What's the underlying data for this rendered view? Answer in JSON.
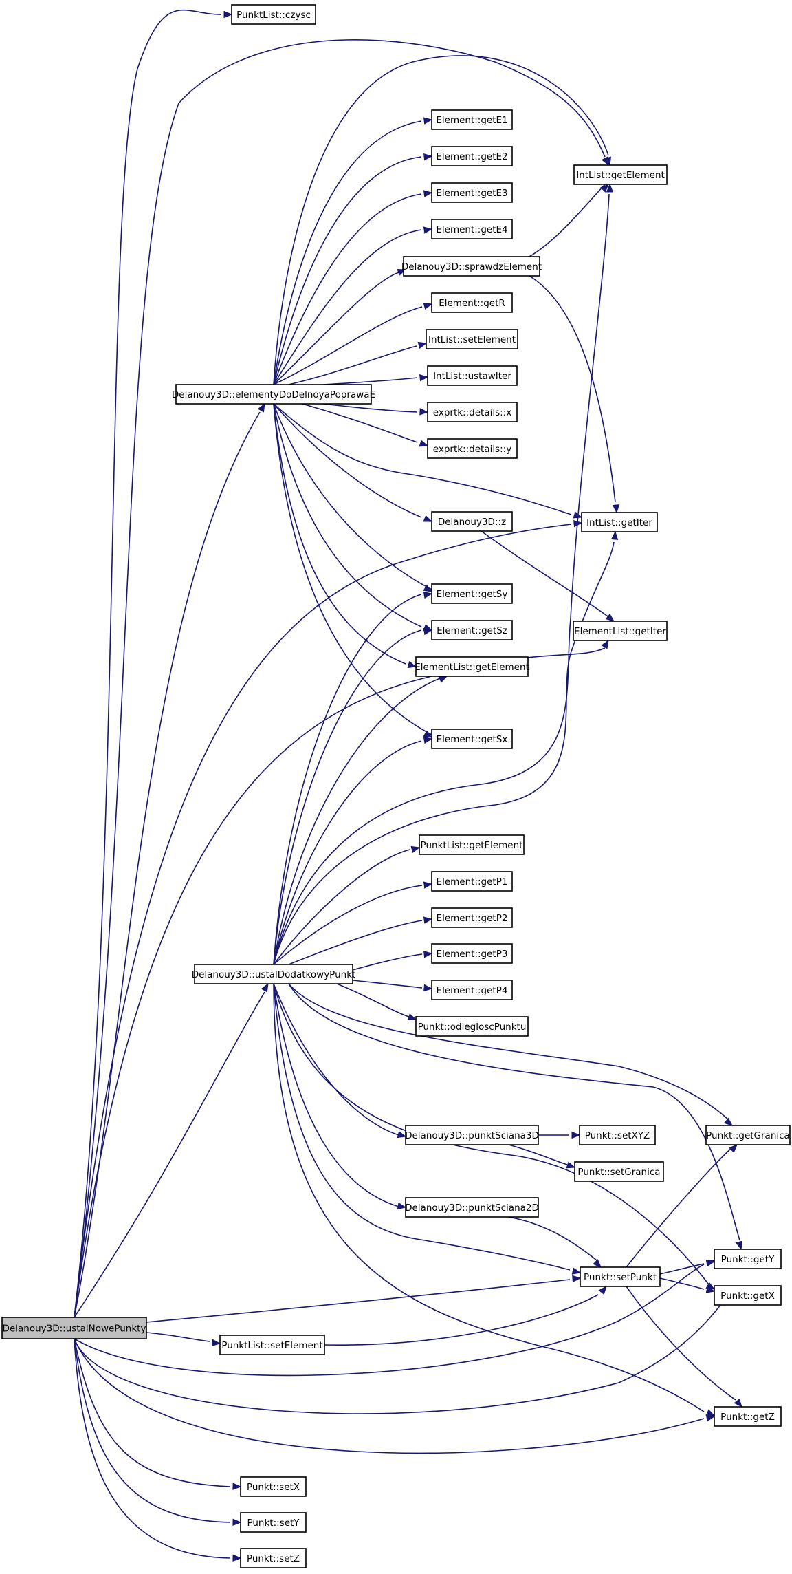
{
  "nodes": {
    "n0": "Delanouy3D::ustalNowePunkty",
    "n1": "PunktList::czysc",
    "n2": "Delanouy3D::elementyDoDelnoyaPoprawaE",
    "n3": "Element::getE1",
    "n4": "Element::getE2",
    "n5": "Element::getE3",
    "n6": "Element::getE4",
    "n7": "Delanouy3D::sprawdzElement",
    "n8": "Element::getR",
    "n9": "IntList::setElement",
    "n10": "IntList::ustawIter",
    "n11": "exprtk::details::x",
    "n12": "exprtk::details::y",
    "n13": "Delanouy3D::z",
    "n14": "IntList::getElement",
    "n15": "IntList::getIter",
    "n16": "ElementList::getIter",
    "n17": "Element::getSy",
    "n18": "Element::getSz",
    "n19": "ElementList::getElement",
    "n20": "Element::getSx",
    "n21": "PunktList::getElement",
    "n22": "Element::getP1",
    "n23": "Element::getP2",
    "n24": "Element::getP3",
    "n25": "Element::getP4",
    "n26": "Delanouy3D::ustalDodatkowyPunkt",
    "n27": "Punkt::odlegloscPunktu",
    "n28": "Delanouy3D::punktSciana3D",
    "n29": "Punkt::setXYZ",
    "n30": "Punkt::setGranica",
    "n31": "Punkt::getGranica",
    "n32": "Delanouy3D::punktSciana2D",
    "n33": "Punkt::setPunkt",
    "n34": "Punkt::getY",
    "n35": "Punkt::getX",
    "n36": "PunktList::setElement",
    "n37": "Punkt::getZ",
    "n38": "Punkt::setX",
    "n39": "Punkt::setY",
    "n40": "Punkt::setZ"
  }
}
